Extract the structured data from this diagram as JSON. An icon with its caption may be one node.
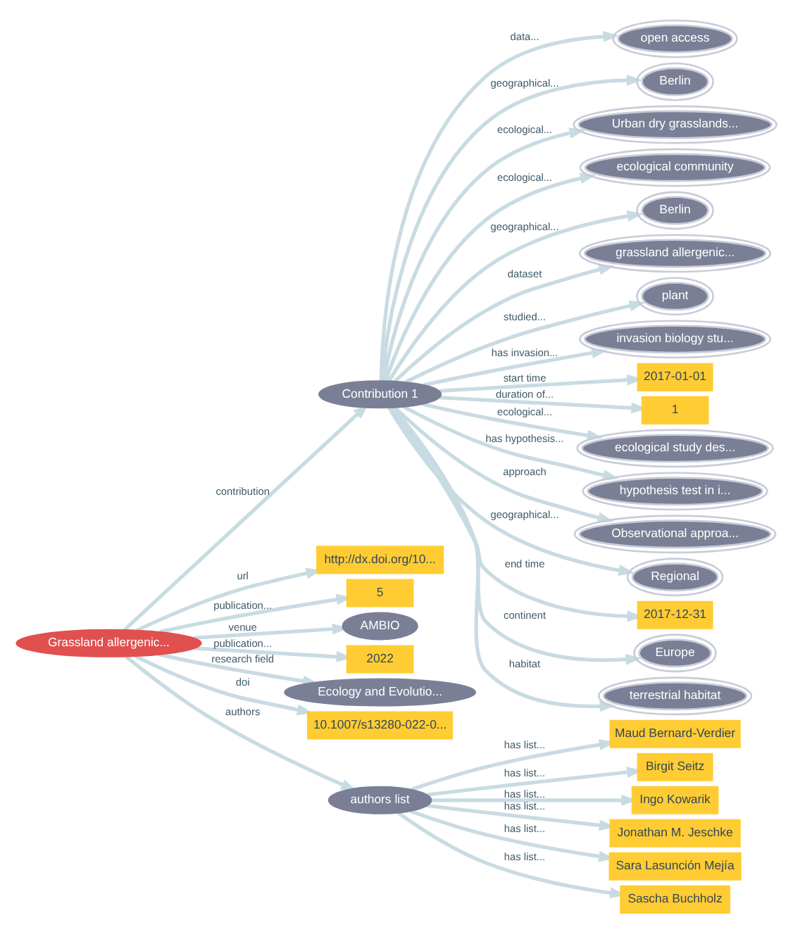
{
  "diagram": {
    "nodes": [
      {
        "text": [
          "open access"
        ]
      },
      {
        "text": [
          "Berlin"
        ]
      },
      {
        "text": [
          "Urban dry grasslands..."
        ]
      },
      {
        "text": [
          "ecological community"
        ]
      },
      {
        "text": [
          "Berlin"
        ]
      },
      {
        "text": [
          "grassland allergenic..."
        ]
      },
      {
        "text": [
          "plant"
        ]
      },
      {
        "text": [
          "invasion biology stu..."
        ]
      },
      {
        "text": [
          "2017-01-01"
        ]
      },
      {
        "text": [
          "1"
        ]
      },
      {
        "text": [
          "ecological study des..."
        ]
      },
      {
        "text": [
          "hypothesis test in i..."
        ]
      },
      {
        "text": [
          "Contribution 1"
        ]
      },
      {
        "text": [
          "Observational approa..."
        ]
      },
      {
        "text": [
          "Regional"
        ]
      },
      {
        "text": [
          "2017-12-31"
        ]
      },
      {
        "text": [
          "Europe"
        ]
      },
      {
        "text": [
          "http://dx.doi.org/10..."
        ]
      },
      {
        "text": [
          "Grassland allergenic..."
        ]
      },
      {
        "text": [
          "5"
        ]
      },
      {
        "text": [
          "terrestrial habitat"
        ]
      },
      {
        "text": [
          "AMBIO"
        ]
      },
      {
        "text": [
          "2022"
        ]
      },
      {
        "text": [
          "Ecology and Evolutio..."
        ]
      },
      {
        "text": [
          "10.1007/s13280-022-0..."
        ]
      },
      {
        "text": [
          "authors list"
        ]
      },
      {
        "text": [
          "Maud Bernard-Verdier"
        ]
      },
      {
        "text": [
          "Birgit Seitz"
        ]
      },
      {
        "text": [
          "Ingo Kowarik"
        ]
      },
      {
        "text": [
          "Jonathan M. Jeschke"
        ]
      },
      {
        "text": [
          "Sara Lasunción Mejía"
        ]
      },
      {
        "text": [
          "Sascha Buchholz"
        ]
      }
    ],
    "edges": [
      {
        "from": 12,
        "to": 4,
        "arrow": "to",
        "label": "geographical..."
      },
      {
        "from": 12,
        "to": 3,
        "arrow": "to",
        "label": "ecological..."
      },
      {
        "from": 12,
        "to": 0,
        "arrow": "to",
        "label": "data..."
      },
      {
        "from": 12,
        "to": 2,
        "arrow": "to",
        "label": "ecological..."
      },
      {
        "from": 12,
        "to": 1,
        "arrow": "to",
        "label": "geographical..."
      },
      {
        "from": 12,
        "to": 6,
        "arrow": "to",
        "label": "studied..."
      },
      {
        "from": 12,
        "to": 5,
        "arrow": "to",
        "label": "dataset"
      },
      {
        "from": 12,
        "to": 9,
        "arrow": "to",
        "label": "duration of..."
      },
      {
        "from": 12,
        "to": 10,
        "arrow": "to",
        "label": "ecological..."
      },
      {
        "from": 12,
        "to": 13,
        "arrow": "to",
        "label": "approach"
      },
      {
        "from": 12,
        "to": 7,
        "arrow": "to",
        "label": "has invasion..."
      },
      {
        "from": 12,
        "to": 8,
        "arrow": "to",
        "label": "start time"
      },
      {
        "from": 12,
        "to": 11,
        "arrow": "to",
        "label": "has hypothesis..."
      },
      {
        "from": 12,
        "to": 14,
        "arrow": "to",
        "label": "geographical..."
      },
      {
        "from": 12,
        "to": 15,
        "arrow": "to",
        "label": "end time"
      },
      {
        "from": 12,
        "to": 16,
        "arrow": "to",
        "label": "continent"
      },
      {
        "from": 12,
        "to": 20,
        "arrow": "to",
        "label": "habitat"
      },
      {
        "from": 18,
        "to": 12,
        "arrow": "to",
        "label": "contribution"
      },
      {
        "from": 18,
        "to": 17,
        "arrow": "to",
        "label": "url"
      },
      {
        "from": 18,
        "to": 19,
        "arrow": "to",
        "label": "publication..."
      },
      {
        "from": 18,
        "to": 22,
        "arrow": "to",
        "label": "publication..."
      },
      {
        "from": 18,
        "to": 23,
        "arrow": "to",
        "label": "research field"
      },
      {
        "from": 18,
        "to": 25,
        "arrow": "to",
        "label": "authors"
      },
      {
        "from": 18,
        "to": 24,
        "arrow": "to",
        "label": "doi"
      },
      {
        "from": 18,
        "to": 21,
        "arrow": "to",
        "label": "venue"
      },
      {
        "from": 25,
        "to": 26,
        "arrow": "to",
        "label": "has list..."
      },
      {
        "from": 25,
        "to": 27,
        "arrow": "to",
        "label": "has list..."
      },
      {
        "from": 25,
        "to": 30,
        "arrow": "to",
        "label": "has list..."
      },
      {
        "from": 25,
        "to": 31,
        "arrow": "to",
        "label": "has list..."
      },
      {
        "from": 25,
        "to": 29,
        "arrow": "to",
        "label": "has list..."
      },
      {
        "from": 25,
        "to": 28,
        "arrow": "to",
        "label": "has list..."
      }
    ]
  }
}
